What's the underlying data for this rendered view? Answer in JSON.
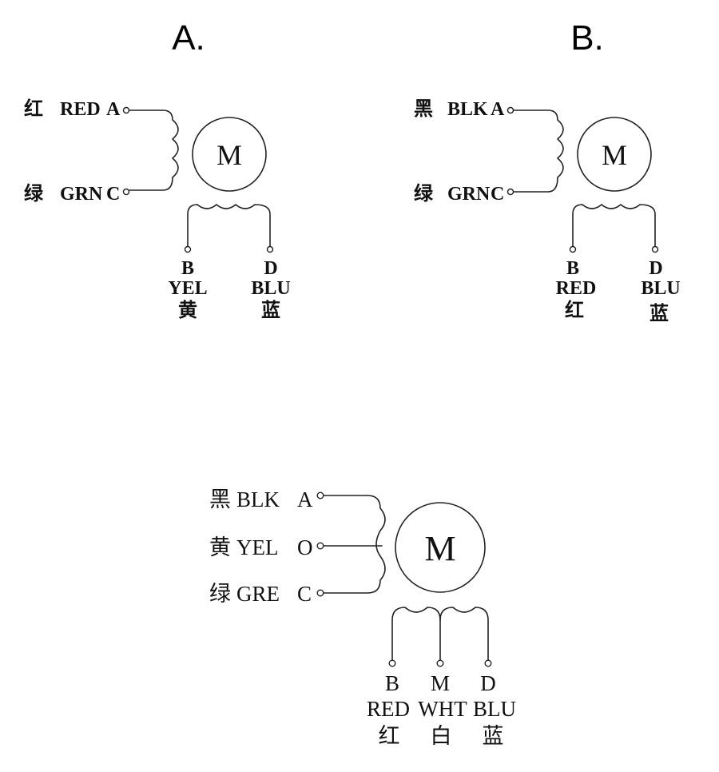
{
  "diagrams": {
    "a": {
      "title": "A.",
      "motor_label": "M",
      "top_left": {
        "cn": "红",
        "color": "RED",
        "terminal": "A"
      },
      "bottom_left": {
        "cn": "绿",
        "color": "GRN",
        "terminal": "C"
      },
      "lead_b": {
        "terminal": "B",
        "color": "YEL",
        "cn": "黄"
      },
      "lead_d": {
        "terminal": "D",
        "color": "BLU",
        "cn": "蓝"
      }
    },
    "b": {
      "title": "B.",
      "motor_label": "M",
      "top_left": {
        "cn": "黑",
        "color": "BLK",
        "terminal": "A"
      },
      "bottom_left": {
        "cn": "绿",
        "color": "GRN",
        "terminal": "C"
      },
      "lead_b": {
        "terminal": "B",
        "color": "RED",
        "cn": "红"
      },
      "lead_d": {
        "terminal": "D",
        "color": "BLU",
        "cn": "蓝"
      }
    },
    "c": {
      "motor_label": "M",
      "row1": {
        "cn": "黑",
        "color": "BLK",
        "terminal": "A"
      },
      "row2": {
        "cn": "黄",
        "color": "YEL",
        "terminal": "O"
      },
      "row3": {
        "cn": "绿",
        "color": "GRE",
        "terminal": "C"
      },
      "lead_b": {
        "terminal": "B",
        "color": "RED",
        "cn": "红"
      },
      "lead_m": {
        "terminal": "M",
        "color": "WHT",
        "cn": "白"
      },
      "lead_d": {
        "terminal": "D",
        "color": "BLU",
        "cn": "蓝"
      }
    }
  }
}
